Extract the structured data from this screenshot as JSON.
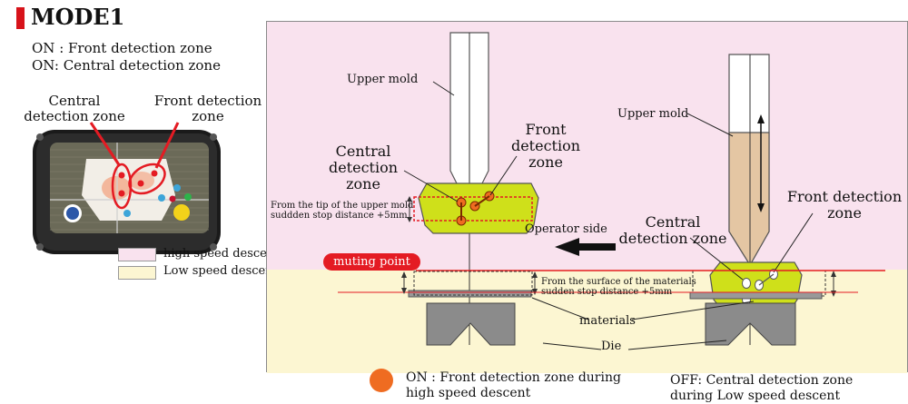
{
  "title": "MODE1",
  "subtitle_lines": [
    "ON : Front detection zone",
    "ON:  Central detection zone"
  ],
  "photo": {
    "central_label": "Central detection zone",
    "front_label": "Front detection zone"
  },
  "legend": {
    "high_label": "high speed descent",
    "low_label": "Low speed descent",
    "high_color": "#f9e2ee",
    "low_color": "#fcf6d2"
  },
  "diagram": {
    "left": {
      "upper_mold_label": "Upper mold",
      "central_label": "Central detection zone",
      "front_label": "Front detection zone",
      "stop_distance_line1": "From the tip of the upper mold",
      "stop_distance_line2": "suddden stop distance +5mm",
      "operator_side_label": "Operator side"
    },
    "right": {
      "upper_mold_label": "Upper mold",
      "central_label": "Central detection zone",
      "front_label": "Front detection zone",
      "stop_distance_line1": "From the surface of the materials",
      "stop_distance_line2": "sudden stop distance +5mm"
    },
    "muting_point_label": "muting point",
    "materials_label": "materials",
    "die_label": "Die"
  },
  "bottom": {
    "on_line1": "ON : Front detection zone during",
    "on_line2": "high speed descent",
    "off_line1": "OFF:  Central detection zone",
    "off_line2": "during Low speed descent",
    "dot_color": "#ef6c21"
  }
}
